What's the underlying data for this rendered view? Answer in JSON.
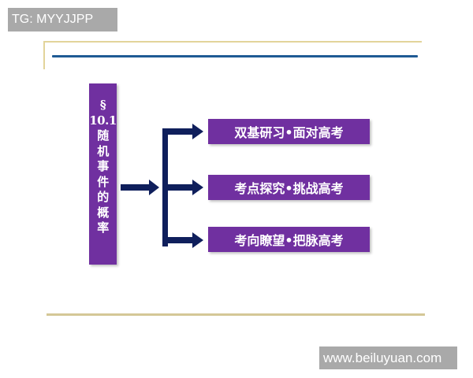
{
  "watermarks": {
    "top_left": "TG: MYYJJPP",
    "bottom_right": "www.beiluyuan.com"
  },
  "diagram": {
    "root": {
      "lines": [
        "§",
        "10.1",
        "随",
        "机",
        "事",
        "件",
        "的",
        "概",
        "率"
      ],
      "title": "§10.1 随机事件的概率"
    },
    "branches": [
      {
        "label": "双基研习•面对高考"
      },
      {
        "label": "考点探究•挑战高考"
      },
      {
        "label": "考向瞭望•把脉高考"
      }
    ]
  },
  "colors": {
    "box_fill": "#7030a0",
    "arrow": "#0f1f5c",
    "blue_rule": "#1f5a94",
    "gold_rule": "#e2d49a",
    "watermark_bg": "#a9a9a9"
  }
}
